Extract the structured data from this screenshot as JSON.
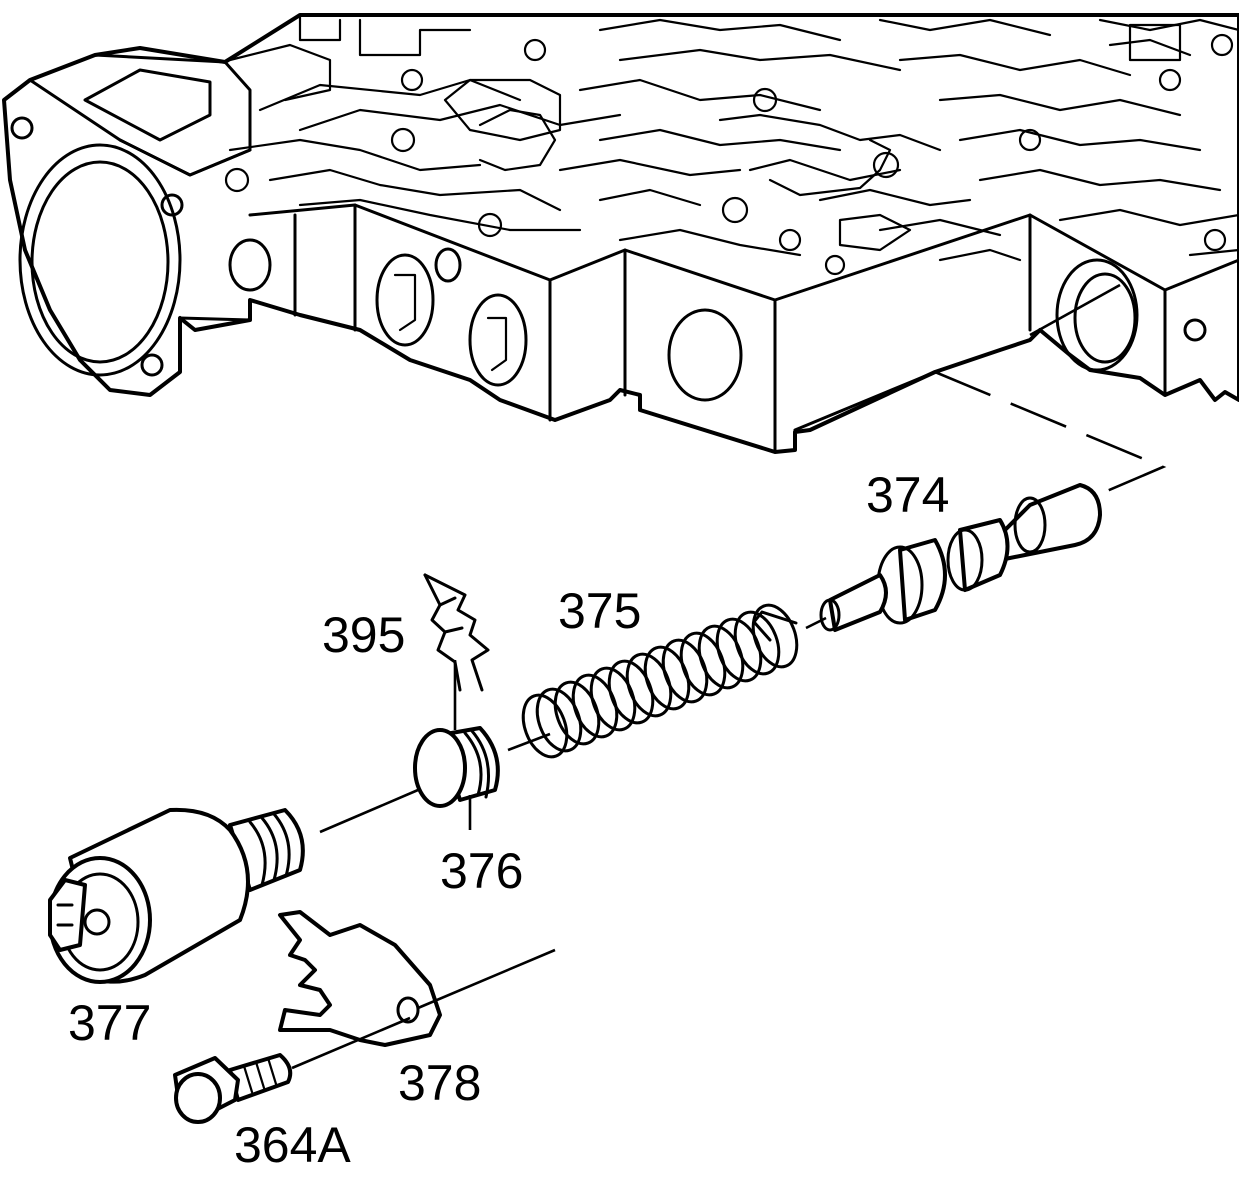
{
  "callouts": {
    "c374": "374",
    "c375": "375",
    "c395": "395",
    "c376": "376",
    "c377": "377",
    "c378": "378",
    "c364a": "364A"
  },
  "parts": [
    {
      "id": "374",
      "name": "valve"
    },
    {
      "id": "375",
      "name": "spring"
    },
    {
      "id": "395",
      "name": "retainer clip"
    },
    {
      "id": "376",
      "name": "bore plug"
    },
    {
      "id": "377",
      "name": "solenoid"
    },
    {
      "id": "378",
      "name": "solenoid retainer"
    },
    {
      "id": "364A",
      "name": "bolt"
    }
  ]
}
